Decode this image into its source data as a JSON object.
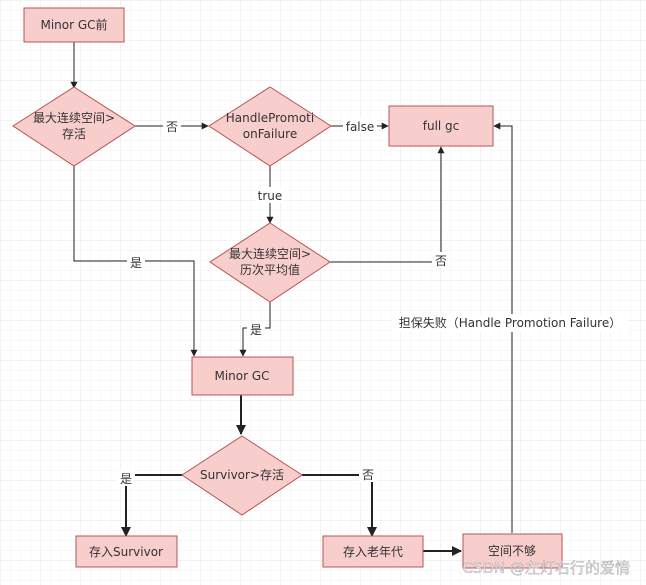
{
  "nodes": {
    "minor_gc_before": {
      "label": "Minor GC前"
    },
    "max_space_gt_live": {
      "lines": [
        "最大连续空间>",
        "存活"
      ]
    },
    "handle_promotion_failure": {
      "lines": [
        "HandlePromoti",
        "onFailure"
      ]
    },
    "full_gc": {
      "label": "full gc"
    },
    "max_space_gt_avg": {
      "lines": [
        "最大连续空间>",
        "历次平均值"
      ]
    },
    "minor_gc": {
      "label": "Minor GC"
    },
    "survivor_gt_live": {
      "label": "Survivor>存活"
    },
    "store_survivor": {
      "label": "存入Survivor"
    },
    "store_old_gen": {
      "label": "存入老年代"
    },
    "insufficient_space": {
      "label": "空间不够"
    }
  },
  "edges": {
    "no_to_hpf": "否",
    "false_to_fullgc": "false",
    "true_to_avg": "true",
    "no_avg_to_fullgc": "否",
    "yes_space_to_minor": "是",
    "yes_avg_to_minor": "是",
    "yes_to_survivor": "是",
    "no_to_old": "否"
  },
  "annotations": {
    "guarantee_failure": "担保失败（Handle Promotion Failure）"
  },
  "watermark": "CSDN @左灯右行的爱情",
  "colors": {
    "node_fill": "#f8cecc",
    "node_stroke": "#b85450",
    "edge": "#222222",
    "grid": "#e9e9e9"
  }
}
